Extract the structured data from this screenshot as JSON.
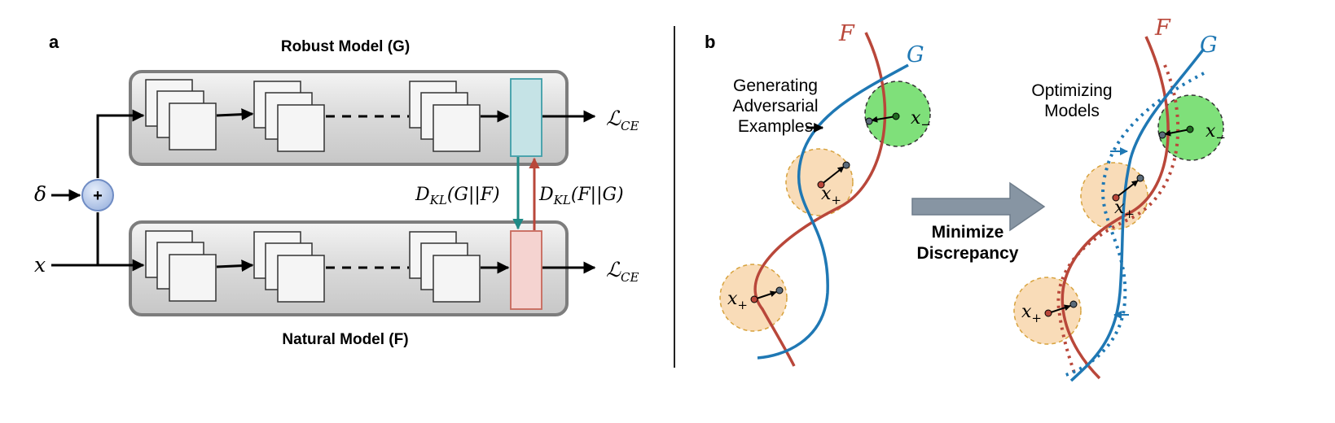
{
  "panel_a": {
    "label": "a",
    "robust_title": "Robust Model (G)",
    "natural_title": "Natural Model (F)",
    "delta": "δ",
    "x": "x",
    "plus": "+",
    "loss_main": "ℒ",
    "loss_sub": "CE",
    "kl_g_f": "D",
    "kl_g_f_sub": "KL",
    "kl_g_f_args": "(G||F)",
    "kl_f_g_args": "(F||G)"
  },
  "panel_b": {
    "label": "b",
    "F": "F",
    "G": "G",
    "gen_line1": "Generating",
    "gen_line2": "Adversarial",
    "gen_line3": "Examples",
    "opt_line1": "Optimizing",
    "opt_line2": "Models",
    "min_line1": "Minimize",
    "min_line2": "Discrepancy",
    "x_sym": "x",
    "plus_sub": "+",
    "minus_sub": "−"
  },
  "colors": {
    "robust_output": "#c5e3e6",
    "robust_output_stroke": "#3e9ea8",
    "natural_output": "#f5d3d0",
    "natural_output_stroke": "#c7685b",
    "teal_arrow": "#1f8a86",
    "red_arrow": "#b9473a",
    "curve_F": "#b9473a",
    "curve_G": "#1f78b4",
    "green_region": "#7fe07a",
    "orange_region": "#f9dcb8",
    "sum_node": "#b7c9ea",
    "big_arrow": "#8795a3"
  }
}
